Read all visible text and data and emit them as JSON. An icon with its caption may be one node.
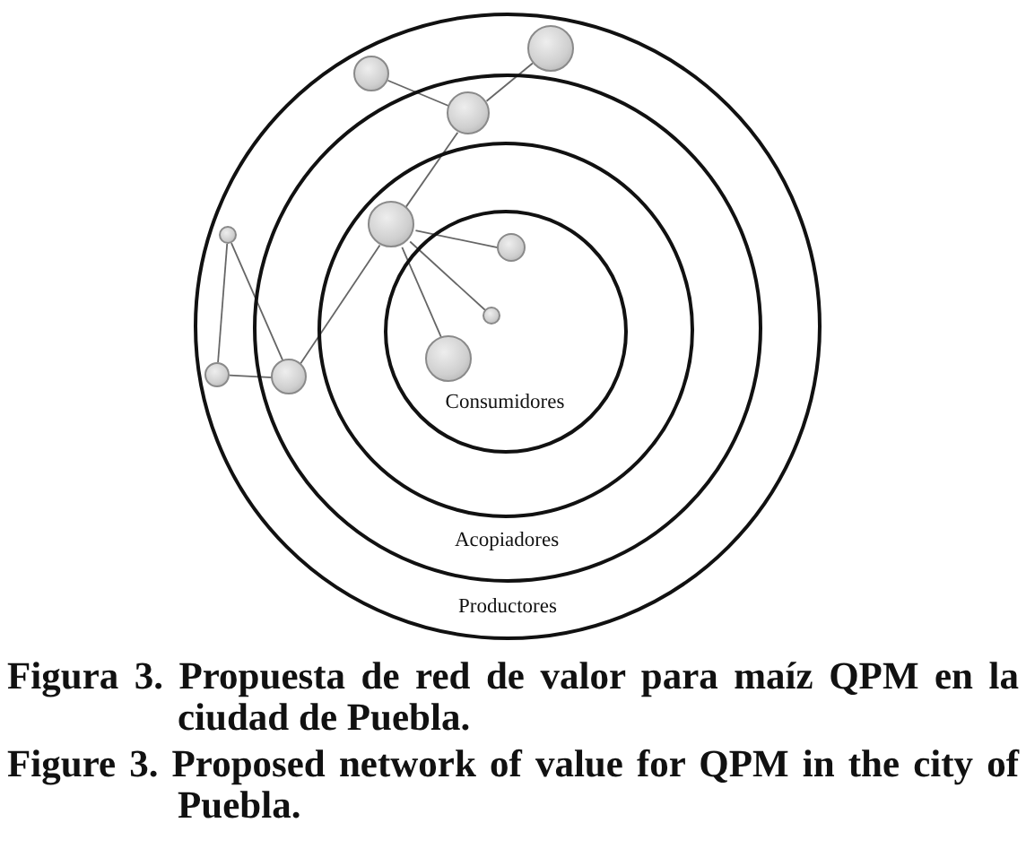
{
  "diagram": {
    "caption": "Figura 3. Propuesta de red de valor para maíz QPM en la ciudad de Puebla.",
    "nodes": [
      {
        "text": [
          "Productores"
        ]
      },
      {
        "text": [
          "Acopiadores"
        ],
        "in": 0
      },
      {
        "text": [],
        "shape": "circle",
        "in": 1
      },
      {
        "text": [
          "Consumidores"
        ],
        "in": 2
      },
      {
        "text": [],
        "shape": "circle",
        "in": 0
      },
      {
        "text": [],
        "shape": "circle",
        "in": 0
      },
      {
        "text": [],
        "shape": "circle",
        "in": 1
      },
      {
        "text": [],
        "shape": "circle",
        "in": 2
      },
      {
        "text": [],
        "shape": "circle",
        "in": 0
      },
      {
        "text": [],
        "shape": "circle",
        "in": 3
      },
      {
        "text": [],
        "shape": "circle",
        "in": 3
      },
      {
        "text": [],
        "shape": "circle",
        "in": 3
      },
      {
        "text": [],
        "shape": "circle",
        "in": 0
      },
      {
        "text": [],
        "shape": "circle",
        "in": 1
      }
    ],
    "edges": [
      {
        "from": 5,
        "to": 6,
        "arrow": "none"
      },
      {
        "from": 6,
        "to": 4,
        "arrow": "none"
      },
      {
        "from": 6,
        "to": 7,
        "arrow": "none"
      },
      {
        "from": 7,
        "to": 9,
        "arrow": "none"
      },
      {
        "from": 7,
        "to": 10,
        "arrow": "none"
      },
      {
        "from": 7,
        "to": 11,
        "arrow": "none"
      },
      {
        "from": 7,
        "to": 13,
        "arrow": "none"
      },
      {
        "from": 13,
        "to": 12,
        "arrow": "none"
      },
      {
        "from": 12,
        "to": 8,
        "arrow": "none"
      },
      {
        "from": 8,
        "to": 13,
        "arrow": "none"
      }
    ],
    "labels": [
      "Figure 3. Proposed network of value for QPM in the city of Puebla."
    ]
  }
}
